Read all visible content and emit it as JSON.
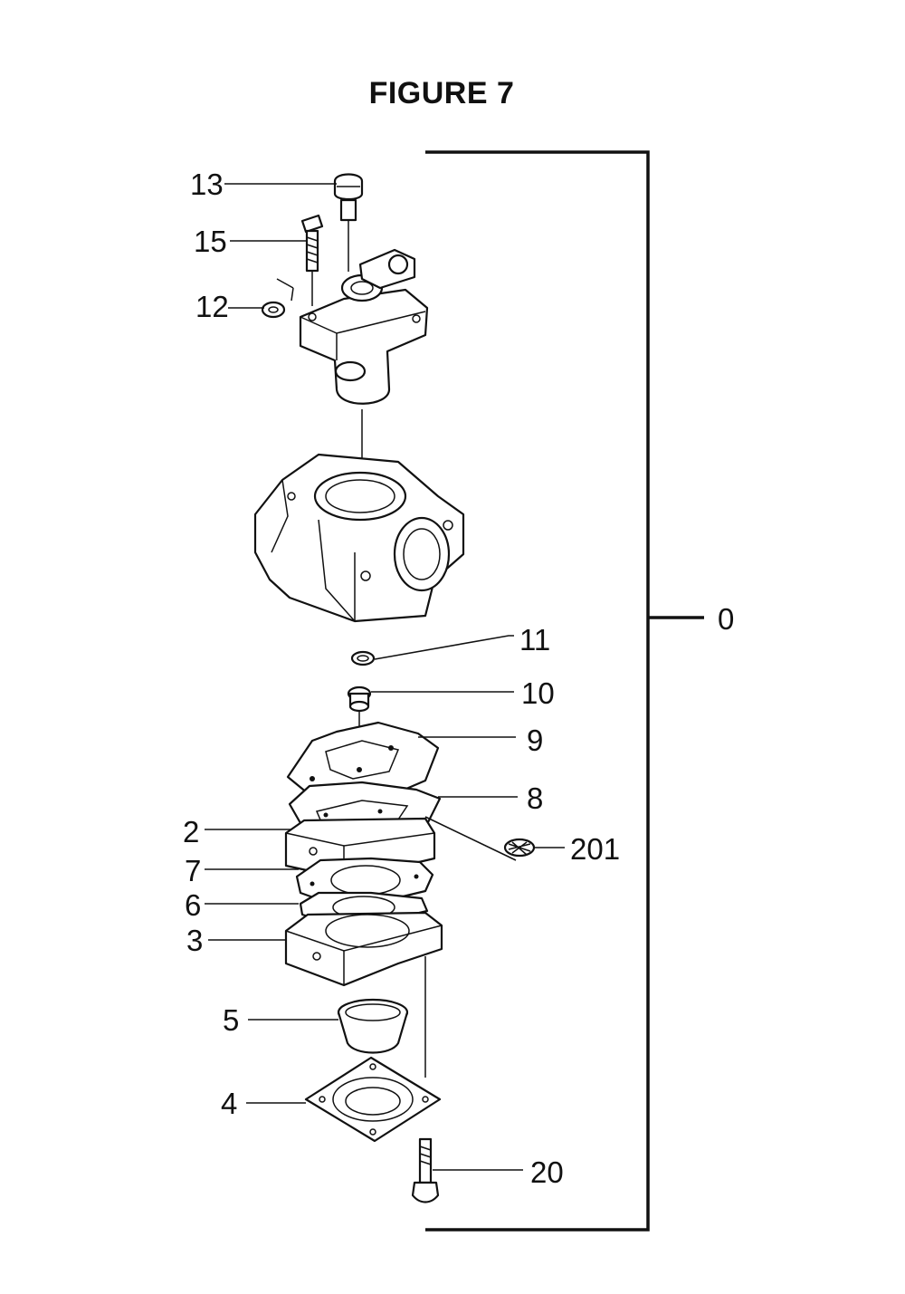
{
  "figure": {
    "title": "FIGURE 7"
  },
  "assembly_label": "0",
  "callouts": [
    {
      "id": "13",
      "label": "13"
    },
    {
      "id": "15",
      "label": "15"
    },
    {
      "id": "12",
      "label": "12"
    },
    {
      "id": "11",
      "label": "11"
    },
    {
      "id": "10",
      "label": "10"
    },
    {
      "id": "9",
      "label": "9"
    },
    {
      "id": "8",
      "label": "8"
    },
    {
      "id": "201",
      "label": "201"
    },
    {
      "id": "2",
      "label": "2"
    },
    {
      "id": "7",
      "label": "7"
    },
    {
      "id": "6",
      "label": "6"
    },
    {
      "id": "3",
      "label": "3"
    },
    {
      "id": "5",
      "label": "5"
    },
    {
      "id": "4",
      "label": "4"
    },
    {
      "id": "20",
      "label": "20"
    }
  ]
}
